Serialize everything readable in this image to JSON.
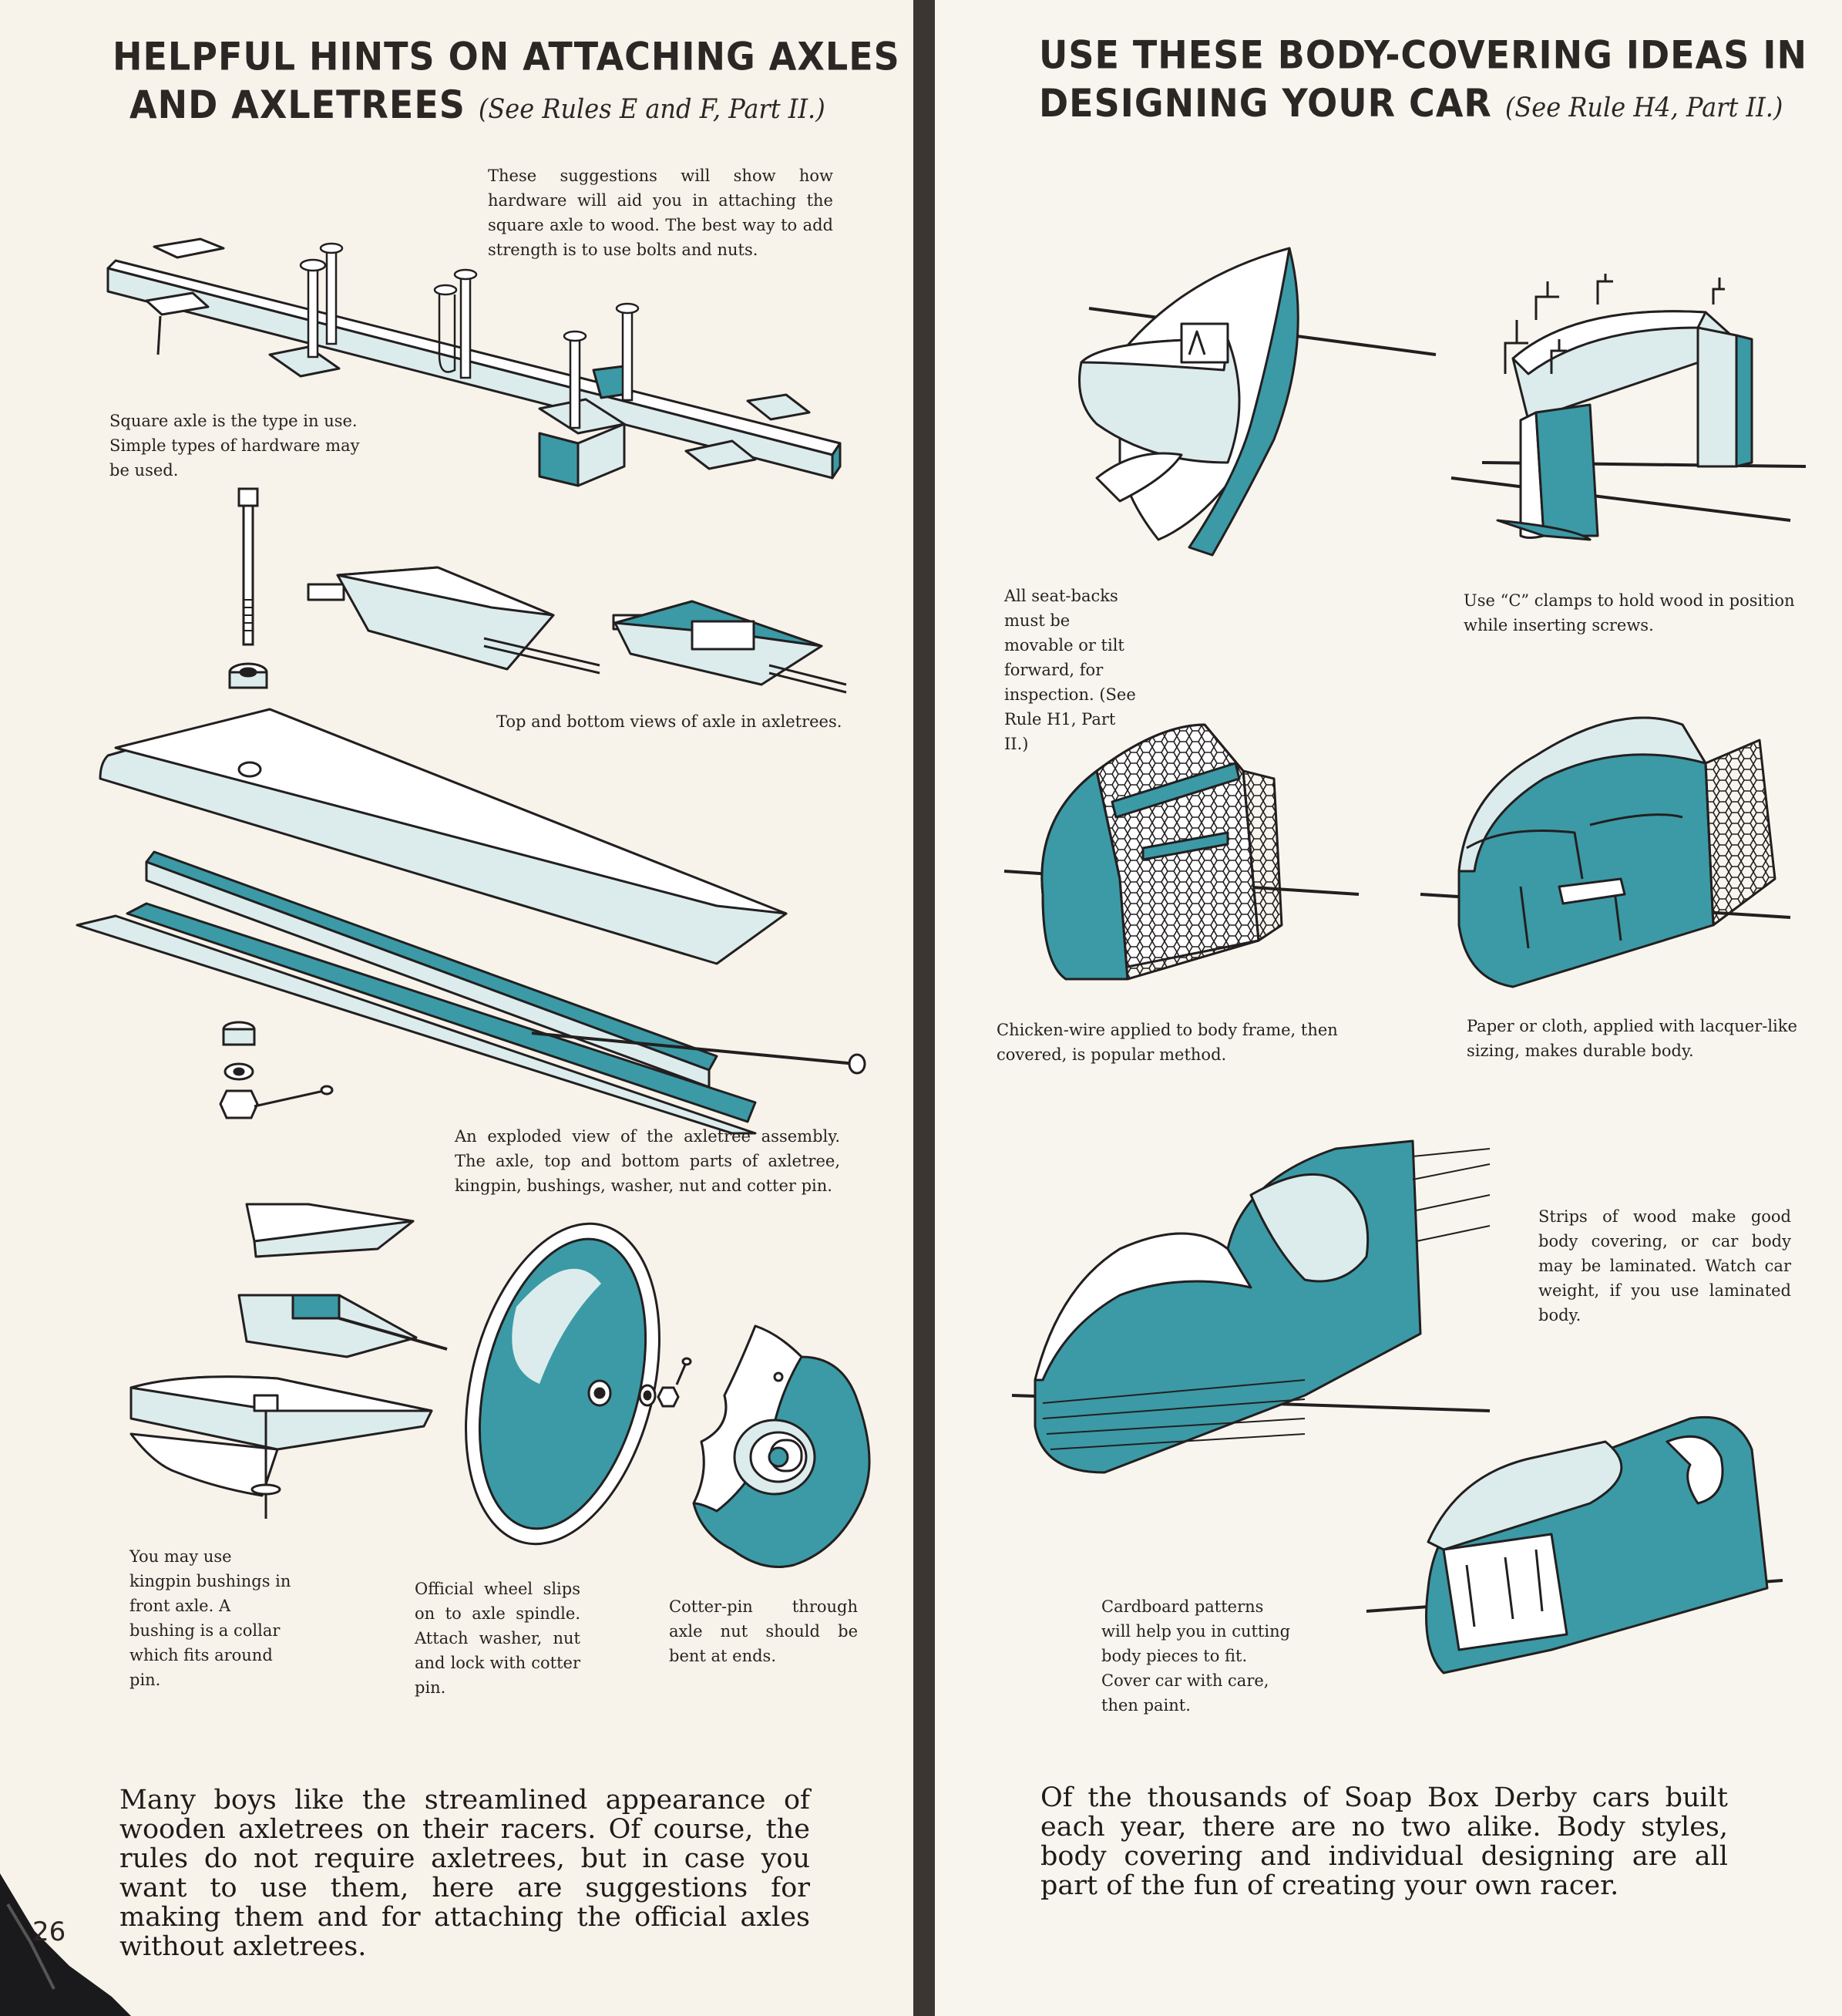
{
  "colors": {
    "teal": "#3b9aa6",
    "pale_teal": "#dcecec",
    "ink": "#231f20",
    "paper": "#f7f3ea",
    "spine": "#3b3633"
  },
  "left_page": {
    "heading_line1": "HELPFUL HINTS ON ATTACHING AXLES",
    "heading_line2": "AND AXLETREES",
    "heading_ref": "(See Rules E and F, Part II.)",
    "captions": {
      "hardware": "These suggestions will show how hardware will aid you in attaching the square axle to wood. The best way to add strength is to use bolts and nuts.",
      "square_axle": "Square axle is the type in use. Simple types of hardware may be used.",
      "top_bottom": "Top and bottom views of axle in axletrees.",
      "exploded": "An exploded view of the axletree assembly. The axle, top and bottom parts of axletree, kingpin, bushings, washer, nut and cotter pin.",
      "kingpin": "You may use kingpin bushings in front axle. A bushing is a collar which fits around pin.",
      "wheel": "Official wheel slips on to axle spindle. Attach washer, nut and lock with cotter pin.",
      "cotter": "Cotter-pin through axle nut should be bent at ends."
    },
    "bottom_text": "Many boys like the streamlined appearance of wooden axletrees on their racers. Of course, the rules do not require axletrees, but in case you want to use them, here are suggestions for making them and for attaching the official axles without axletrees.",
    "page_number": "26",
    "figures": {
      "axle_hardware": "axle-hardware-illustration",
      "bolt": "bolt-icon",
      "axletree_views": "axletree-views-illustration",
      "exploded_assembly": "axletree-exploded-illustration",
      "kingpin": "kingpin-illustration",
      "wheel": "wheel-illustration",
      "hub": "hub-illustration"
    }
  },
  "right_page": {
    "heading_line1": "USE THESE BODY-COVERING IDEAS IN",
    "heading_line2": "DESIGNING YOUR CAR",
    "heading_ref": "(See Rule H4, Part II.)",
    "captions": {
      "seat_backs": "All seat-backs must be movable or tilt forward, for inspection. (See Rule H1, Part II.)",
      "clamps": "Use “C” clamps to hold wood in position while inserting screws.",
      "chicken_wire": "Chicken-wire applied to body frame, then covered, is popular method.",
      "paper_cloth": "Paper or cloth, applied with lacquer-like sizing, makes durable body.",
      "strips": "Strips of wood make good body covering, or car body may be laminated. Watch car weight, if you use laminated body.",
      "cardboard": "Cardboard patterns will help you in cutting body pieces to fit. Cover car with care, then paint."
    },
    "bottom_text": "Of the thousands of Soap Box Derby cars built each year, there are no two alike. Body styles, body covering and individual designing are all part of the fun of creating your own racer.",
    "figures": {
      "seat_back": "seat-back-illustration",
      "clamps": "c-clamp-illustration",
      "chicken_wire": "chicken-wire-illustration",
      "paper_cloth": "paper-cloth-illustration",
      "strips": "wood-strips-illustration",
      "cardboard": "cardboard-pattern-illustration"
    }
  }
}
